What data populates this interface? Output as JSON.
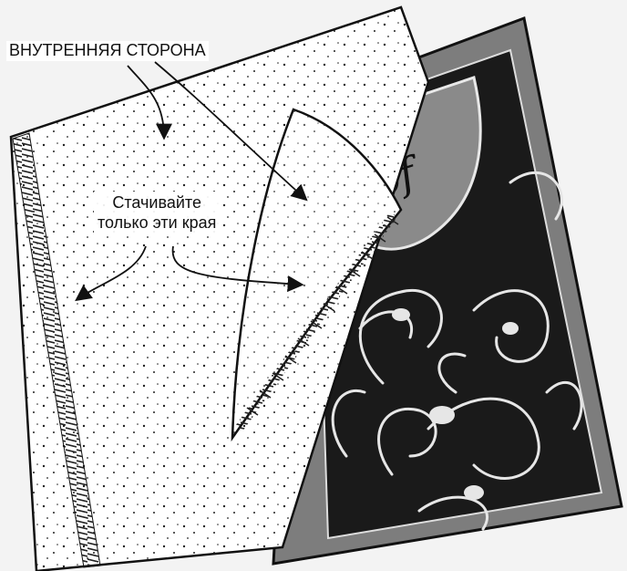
{
  "labels": {
    "inner_side": "ВНУТРЕННЯЯ СТОРОНА",
    "stitch_line1": "Стачивайте",
    "stitch_line2": "только эти края"
  },
  "monogram": "Sof",
  "colors": {
    "background": "#f3f3f3",
    "paper": "#ffffff",
    "cover_gray": "#7d7d7d",
    "ink": "#111111"
  }
}
